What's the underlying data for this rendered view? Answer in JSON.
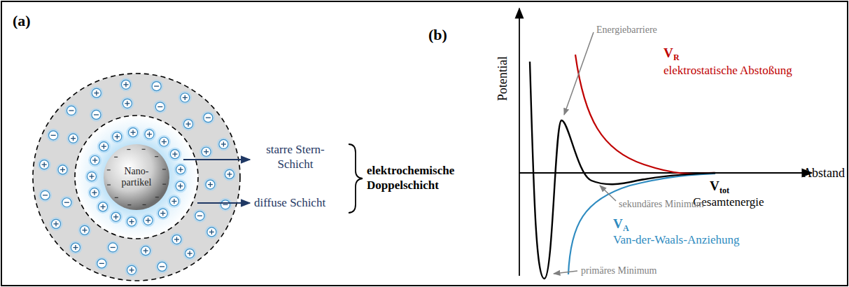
{
  "diagram": {
    "nodes": [
      {
        "text": [
          "Nano- partikel"
        ]
      }
    ],
    "labels": [
      "(a)",
      "starre Stern-Schicht",
      "diffuse Schicht",
      "elektrochemische Doppelschicht",
      "(b)",
      "Potential",
      "Abstand",
      "Energiebarriere",
      "V",
      "R",
      "elektrostatische Abstoßung",
      "V",
      "tot",
      "Gesamtenergie",
      "sekundäres Minimum",
      "V",
      "A",
      "Van-der-Waals-Anziehung",
      "primäres Minimum"
    ]
  }
}
